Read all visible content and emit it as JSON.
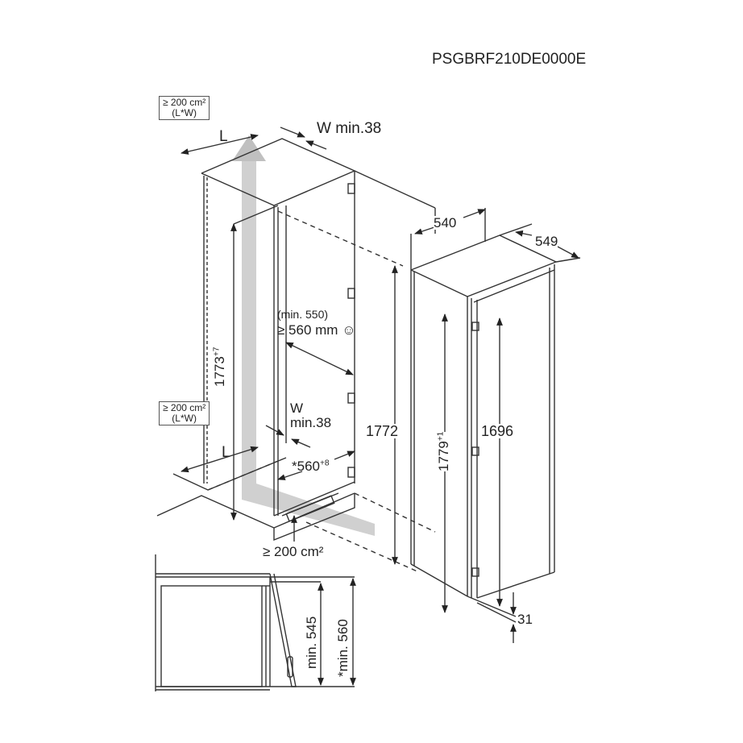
{
  "model_code": "PSGBRF210DE0000E",
  "ventilation": {
    "top_box": {
      "line1": "≥ 200 cm²",
      "line2": "(L*W)"
    },
    "bottom_box": {
      "line1": "≥ 200 cm²",
      "line2": "(L*W)"
    },
    "plinth_label": "≥ 200 cm²",
    "L_label_top": "L",
    "L_label_bottom": "L",
    "W_top": "W min.38",
    "W_bottom_line1": "W",
    "W_bottom_line2": "min.38"
  },
  "niche": {
    "height": "1773",
    "height_tol": "+7",
    "depth_min_note": "(min. 550)",
    "depth": "≥ 560 mm",
    "depth_icon": "smiley-icon",
    "width": "*560",
    "width_tol": "+8"
  },
  "appliance": {
    "width": "540",
    "depth": "549",
    "height_total": "1772",
    "height_body": "1779",
    "height_body_tol": "+1",
    "door_height": "1696",
    "foot_offset": "31"
  },
  "section_view": {
    "dim_inner": "min. 545",
    "dim_outer": "*min. 560"
  },
  "colors": {
    "line": "#333333",
    "airflow_arrow": "#c8c8c8",
    "background": "#ffffff"
  }
}
